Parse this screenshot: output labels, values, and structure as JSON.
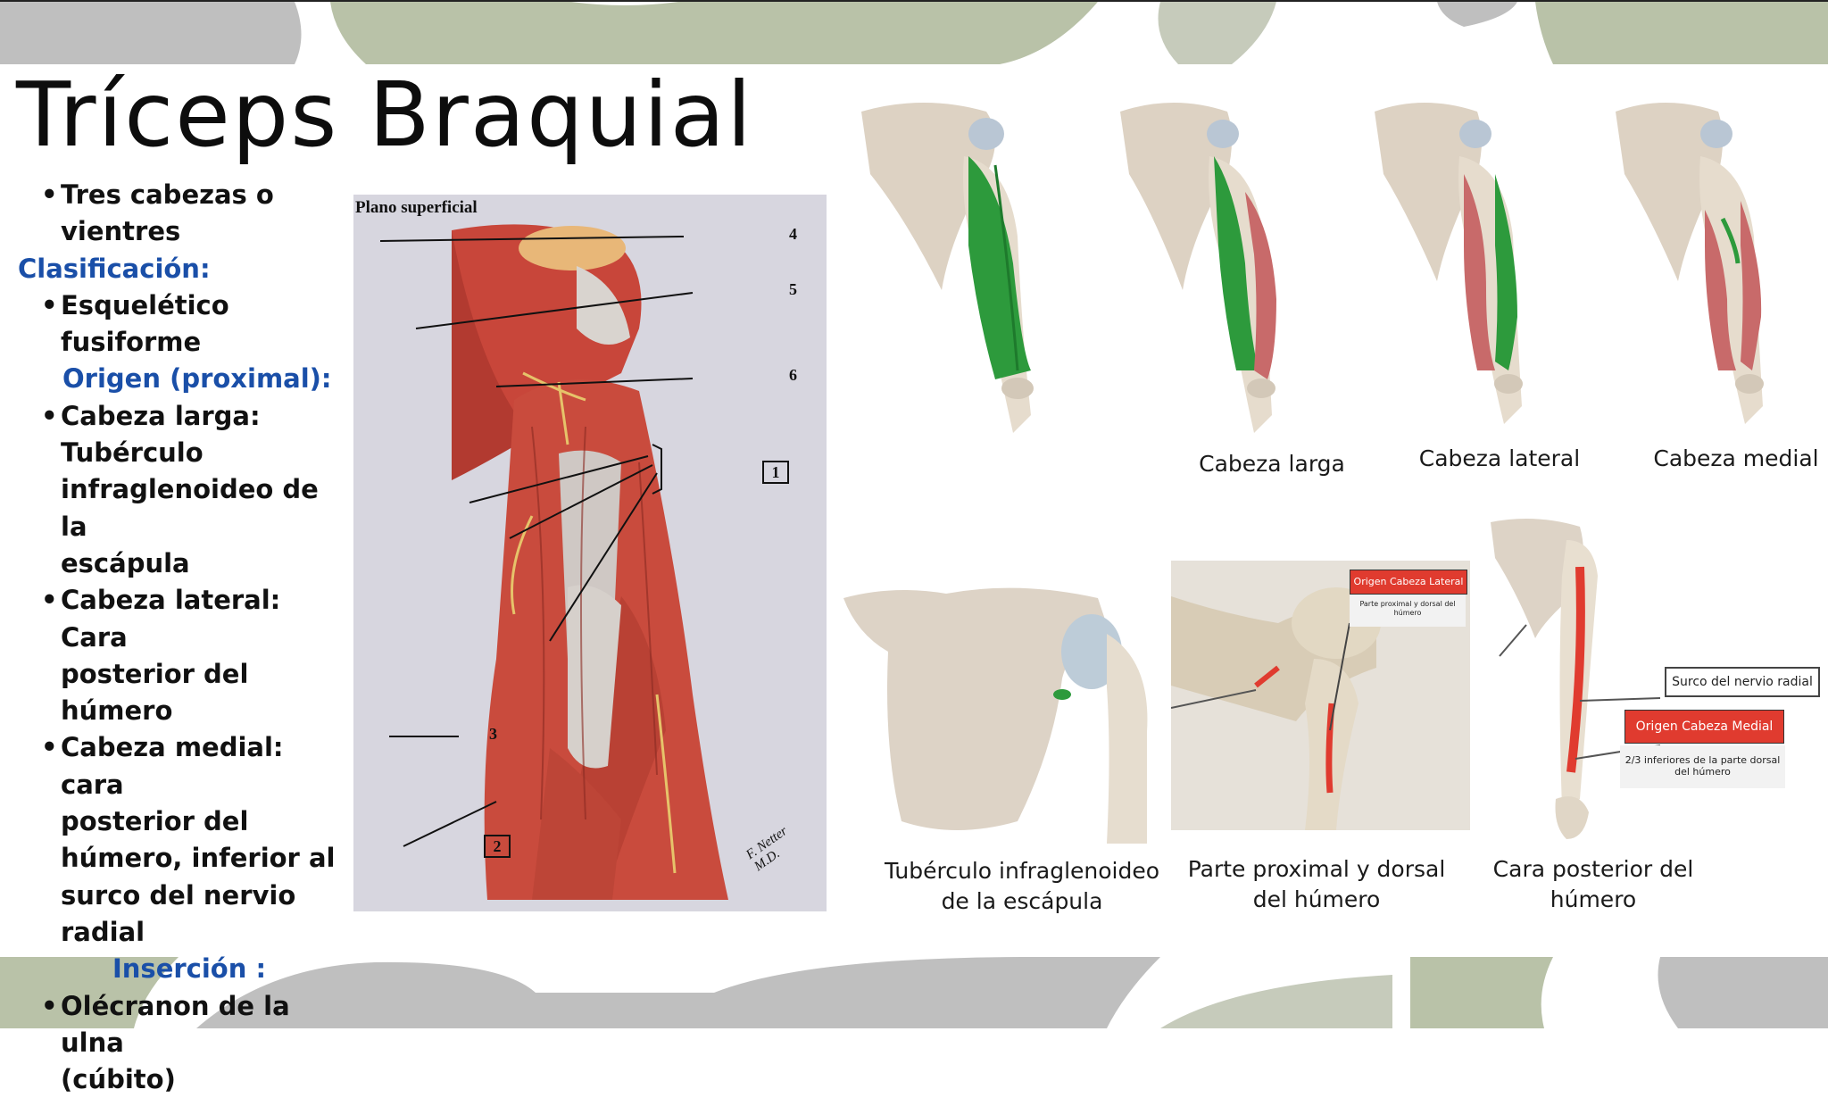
{
  "title": "Tríceps Braquial",
  "lines": [
    {
      "type": "bullet",
      "text": "Tres cabezas o"
    },
    {
      "type": "cont",
      "text": "vientres"
    },
    {
      "type": "heading",
      "text": "Clasificación:",
      "indent": 0
    },
    {
      "type": "bullet",
      "text": "Esquelético"
    },
    {
      "type": "cont",
      "text": "fusiforme"
    },
    {
      "type": "heading",
      "text": "Origen (proximal):",
      "indent": 50
    },
    {
      "type": "bullet",
      "text": "Cabeza larga:"
    },
    {
      "type": "cont",
      "text": "Tubérculo"
    },
    {
      "type": "cont",
      "text": "infraglenoideo de la"
    },
    {
      "type": "cont",
      "text": "escápula"
    },
    {
      "type": "bullet",
      "text": "Cabeza lateral: Cara"
    },
    {
      "type": "cont",
      "text": "posterior del húmero"
    },
    {
      "type": "bullet",
      "text": "Cabeza medial: cara"
    },
    {
      "type": "cont",
      "text": "posterior del"
    },
    {
      "type": "cont",
      "text": "húmero, inferior al"
    },
    {
      "type": "cont",
      "text": "surco del nervio"
    },
    {
      "type": "cont",
      "text": "radial"
    },
    {
      "type": "heading",
      "text": "Inserción :",
      "indent": 106
    },
    {
      "type": "bullet",
      "text": "Olécranon de la ulna"
    },
    {
      "type": "cont",
      "text": "(cúbito)"
    }
  ],
  "netter": {
    "header": "Plano superficial",
    "labels": [
      "4",
      "5",
      "6",
      "1",
      "3",
      "2"
    ],
    "signature": "F. Netter M.D."
  },
  "top_captions": [
    "Cabeza larga",
    "Cabeza lateral",
    "Cabeza medial"
  ],
  "bottom_captions": [
    {
      "line1": "Tubérculo infraglenoideo",
      "line2": "de la escápula"
    },
    {
      "line1": "Parte proximal y dorsal",
      "line2": "del húmero"
    },
    {
      "line1": "Cara posterior del",
      "line2": "húmero"
    }
  ],
  "callouts": {
    "lateral_title": "Origen Cabeza Lateral",
    "lateral_text": "Parte proximal y dorsal del húmero",
    "radial": "Surco del nervio radial",
    "medial_title": "Origen Cabeza Medial",
    "medial_text": "2/3 inferiores de la parte dorsal del húmero"
  },
  "colors": {
    "heading_blue": "#1a4fa8",
    "deco_green": "#b9c2a8",
    "deco_gray": "#bebebe",
    "highlight_green": "#1f9a3a",
    "muscle_red": "#c8463a",
    "bone": "#e8dfd0",
    "callout_red": "#e03b2f"
  }
}
